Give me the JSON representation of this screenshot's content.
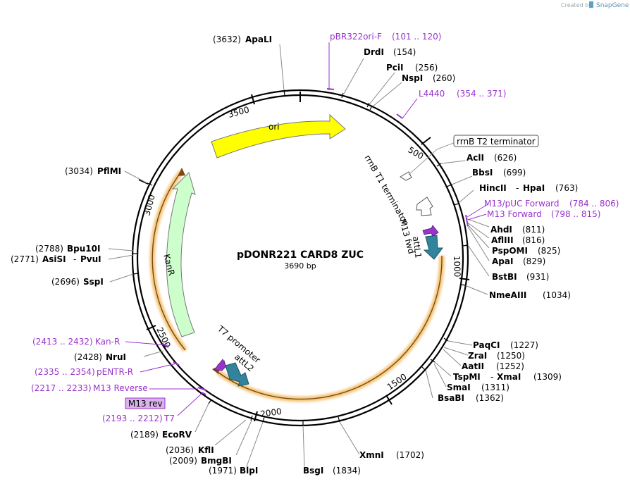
{
  "credit": {
    "created_by": "Created by",
    "brand": "SnapGene"
  },
  "map": {
    "name": "pDONR221 CARD8 ZUC",
    "length": "3690 bp",
    "ticks": [
      "500",
      "1000",
      "1500",
      "2000",
      "2500",
      "3000",
      "3500"
    ]
  },
  "features": {
    "ori": "ori",
    "kanr": "KanR",
    "t7_promoter": "T7 promoter",
    "attl2": "attL2",
    "attl1": "attL1",
    "m13_fwd": "M13 fwd",
    "rrnb_t1": "rrnB T1 terminator",
    "rrnb_t2": "rrnB T2 terminator",
    "m13_rev": "M13 rev"
  },
  "sites": {
    "apali": {
      "name": "ApaLI",
      "pos": "(3632)"
    },
    "drdi": {
      "name": "DrdI",
      "pos": "(154)"
    },
    "pcii": {
      "name": "PciI",
      "pos": "(256)"
    },
    "nspi": {
      "name": "NspI",
      "pos": "(260)"
    },
    "acli": {
      "name": "AclI",
      "pos": "(626)"
    },
    "bbsi": {
      "name": "BbsI",
      "pos": "(699)"
    },
    "hincii": {
      "name": "HincII",
      "sep": "-",
      "name2": "HpaI",
      "pos": "(763)"
    },
    "ahdi": {
      "name": "AhdI",
      "pos": "(811)"
    },
    "aflIII": {
      "name": "AflIII",
      "pos": "(816)"
    },
    "pspomi": {
      "name": "PspOMI",
      "pos": "(825)"
    },
    "apai": {
      "name": "ApaI",
      "pos": "(829)"
    },
    "bstbi": {
      "name": "BstBI",
      "pos": "(931)"
    },
    "nmeaiii": {
      "name": "NmeAIII",
      "pos": "(1034)"
    },
    "paqci": {
      "name": "PaqCI",
      "pos": "(1227)"
    },
    "zrai": {
      "name": "ZraI",
      "pos": "(1250)"
    },
    "aatii": {
      "name": "AatII",
      "pos": "(1252)"
    },
    "tspmi": {
      "name": "TspMI",
      "sep": "-",
      "name2": "XmaI",
      "pos": "(1309)"
    },
    "smai": {
      "name": "SmaI",
      "pos": "(1311)"
    },
    "bsabi": {
      "name": "BsaBI",
      "pos": "(1362)"
    },
    "xmni": {
      "name": "XmnI",
      "pos": "(1702)"
    },
    "bsgi": {
      "name": "BsgI",
      "pos": "(1834)"
    },
    "blpi": {
      "name": "BlpI",
      "pos": "(1971)"
    },
    "bmgbi": {
      "name": "BmgBI",
      "pos": "(2009)"
    },
    "kfli": {
      "name": "KflI",
      "pos": "(2036)"
    },
    "ecorv": {
      "name": "EcoRV",
      "pos": "(2189)"
    },
    "srui": {
      "name": "NruI",
      "pos": "(2428)"
    },
    "sspi": {
      "name": "SspI",
      "pos": "(2696)"
    },
    "asisi": {
      "name": "AsiSI",
      "sep": "-",
      "name2": "PvuI",
      "pos": "(2771)"
    },
    "bpu10i": {
      "name": "Bpu10I",
      "pos": "(2788)"
    },
    "pflmi": {
      "name": "PflMI",
      "pos": "(3034)"
    }
  },
  "primers": {
    "pbr322": {
      "name": "pBR322ori-F",
      "range": "(101 .. 120)"
    },
    "l4440": {
      "name": "L4440",
      "range": "(354 .. 371)"
    },
    "m13puc": {
      "name": "M13/pUC Forward",
      "range": "(784 .. 806)"
    },
    "m13f": {
      "name": "M13 Forward",
      "range": "(798 .. 815)"
    },
    "kanr": {
      "name": "Kan-R",
      "range": "(2413 .. 2432)"
    },
    "pentr": {
      "name": "pENTR-R",
      "range": "(2335 .. 2354)"
    },
    "m13r": {
      "name": "M13 Reverse",
      "range": "(2217 .. 2233)"
    },
    "t7": {
      "name": "T7",
      "range": "(2193 .. 2212)"
    }
  },
  "colors": {
    "ori": "#ffff00",
    "kanr": "#ccffcc",
    "attl": "#31849b",
    "primer": "#9933cc",
    "highlight": "#f5c77e"
  }
}
